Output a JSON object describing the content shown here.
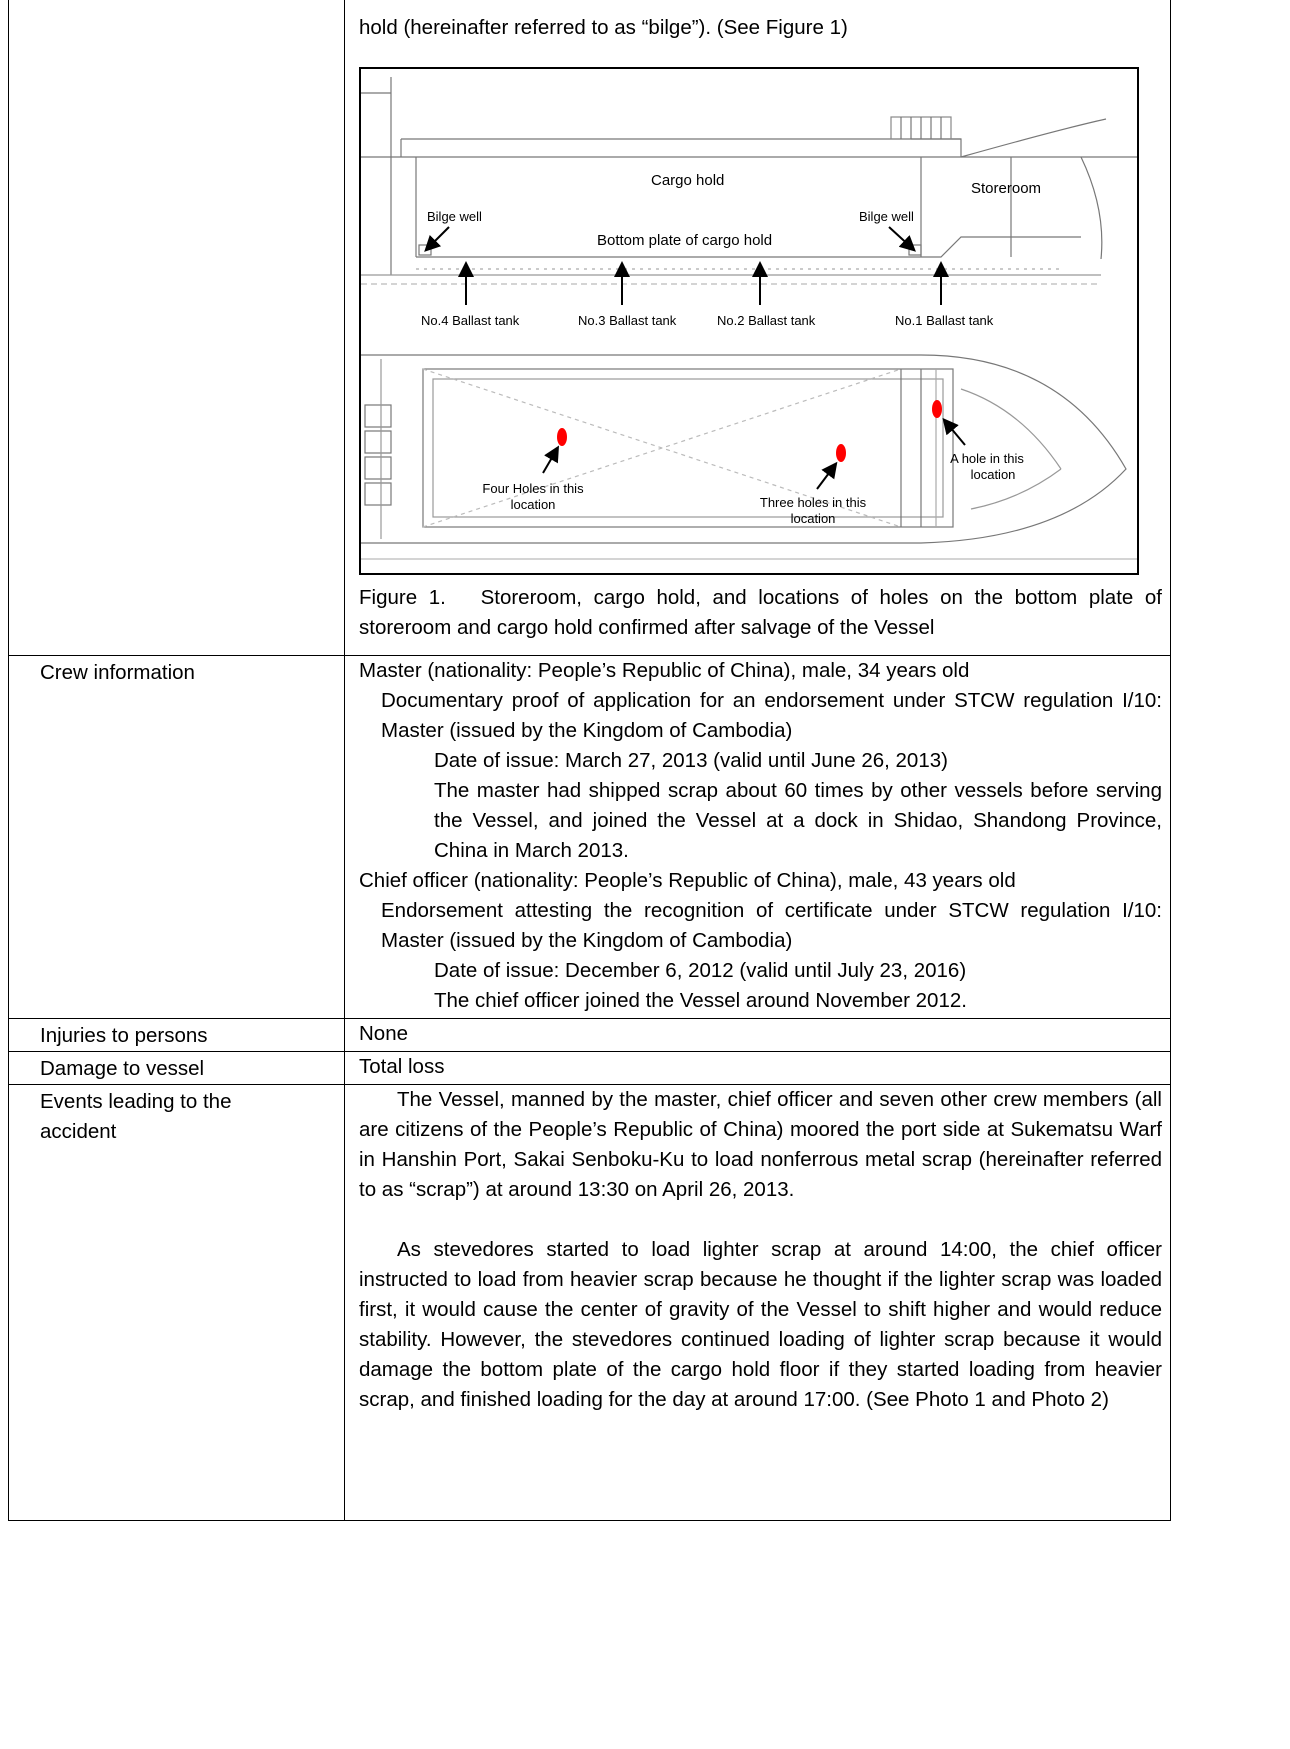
{
  "figure": {
    "lead_text": "hold (hereinafter referred to as “bilge”). (See Figure 1)",
    "labels": {
      "cargo_hold": "Cargo hold",
      "storeroom": "Storeroom",
      "bilge_well_left": "Bilge well",
      "bilge_well_right": "Bilge well",
      "bottom_plate": "Bottom plate of cargo hold",
      "tank4": "No.4 Ballast tank",
      "tank3": "No.3 Ballast tank",
      "tank2": "No.2 Ballast tank",
      "tank1": "No.1 Ballast tank",
      "four_holes_1": "Four Holes in this",
      "four_holes_2": "location",
      "three_holes_1": "Three holes in this",
      "three_holes_2": "location",
      "one_hole_1": "A hole in this",
      "one_hole_2": "location"
    },
    "caption": "Figure 1.   Storeroom, cargo hold, and locations of holes on the bottom plate of storeroom and cargo hold confirmed after salvage of the Vessel",
    "hole_color": "#ff0000"
  },
  "rows": {
    "crew": {
      "label": "Crew information",
      "master_line": "Master (nationality: People’s Republic of China), male, 34 years old",
      "master_doc": "Documentary proof of application for an endorsement under STCW regulation I/10: Master (issued by the Kingdom of Cambodia)",
      "master_date": "Date of issue: March 27, 2013 (valid until June 26, 2013)",
      "master_note": "The master had shipped scrap about 60 times by other vessels before serving the Vessel, and joined the Vessel at a dock in Shidao, Shandong Province, China in March 2013.",
      "chief_line": "Chief officer (nationality: People’s Republic of China), male, 43 years old",
      "chief_doc": "Endorsement attesting the recognition of certificate under STCW regulation I/10: Master (issued by the Kingdom of Cambodia)",
      "chief_date": "Date of issue: December 6, 2012 (valid until July 23, 2016)",
      "chief_note": "The chief officer joined the Vessel around November 2012."
    },
    "injuries": {
      "label": "Injuries to persons",
      "value": "None"
    },
    "damage": {
      "label": "Damage to vessel",
      "value": "Total loss"
    },
    "events": {
      "label_1": "Events leading to the",
      "label_2": "accident",
      "para1": "The Vessel, manned by the master, chief officer and seven other crew members (all are citizens of the People’s Republic of China) moored the port side at Sukematsu Warf in Hanshin Port, Sakai Senboku-Ku to load nonferrous metal scrap (hereinafter referred to as “scrap”) at around 13:30 on April 26, 2013.",
      "para2": "As stevedores started to load lighter scrap at around 14:00, the chief officer instructed to load from heavier scrap because he thought if the lighter scrap was loaded first, it would cause the center of gravity of the Vessel to shift higher and would reduce stability. However, the stevedores continued loading of lighter scrap because it would damage the bottom plate of the cargo hold floor if they started loading from heavier scrap, and finished loading for the day at around 17:00. (See Photo 1 and Photo 2)"
    }
  }
}
